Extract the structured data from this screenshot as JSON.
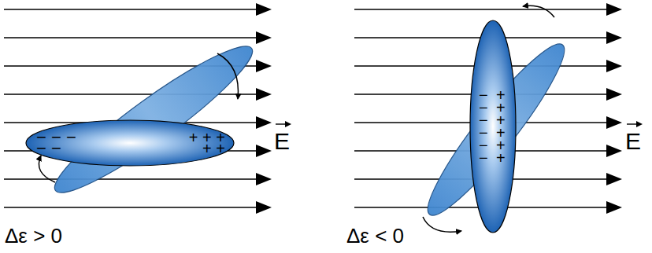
{
  "diagram": {
    "nodes": [
      {
        "text": [
          "− − − − −",
          "+ + + + +"
        ]
      },
      {
        "text": [
          "− − − − − −",
          "+ + + + + +"
        ]
      }
    ],
    "labels": [
      "E",
      "Δε > 0",
      "E",
      "Δε < 0"
    ]
  }
}
